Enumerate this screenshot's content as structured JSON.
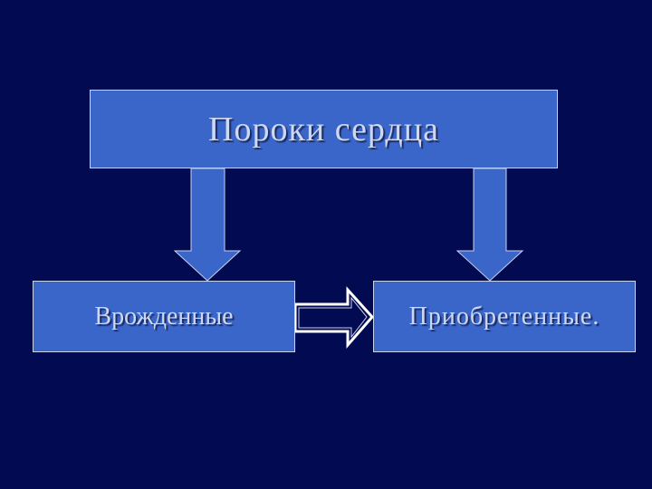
{
  "diagram": {
    "top_box": {
      "label": "Пороки сердца"
    },
    "left_box": {
      "label": "Врожденные"
    },
    "right_box": {
      "label": "Приобретенные."
    }
  },
  "colors": {
    "background": "#020a52",
    "box_fill": "#3a66c9",
    "box_border": "#c9d3ec",
    "text": "#cfd8f2",
    "arrow_outline": "#ffffff"
  }
}
